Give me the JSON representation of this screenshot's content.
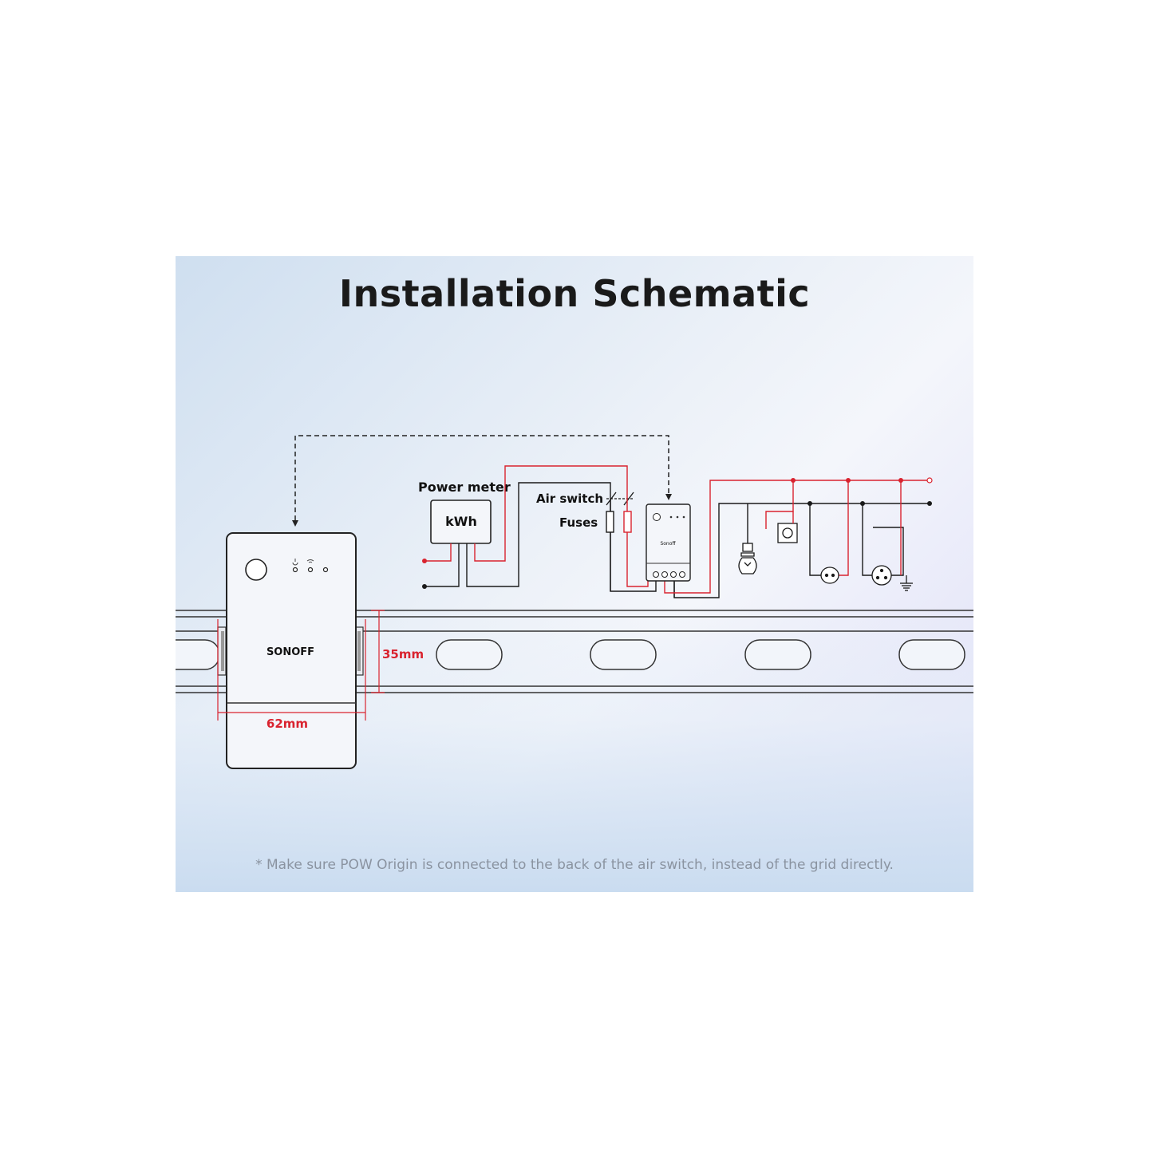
{
  "title": "Installation Schematic",
  "labels": {
    "power_meter": "Power meter",
    "kwh": "kWh",
    "air_switch": "Air switch",
    "fuses": "Fuses",
    "brand": "SONOFF",
    "brand_small": "Sonoff",
    "height_dim": "35mm",
    "width_dim": "62mm"
  },
  "footnote": "* Make sure POW Origin is connected to the back of the air switch, instead of the grid directly.",
  "colors": {
    "live_wire": "#d9232f",
    "neutral_wire": "#1a1a1a",
    "dimension": "#d9232f"
  }
}
